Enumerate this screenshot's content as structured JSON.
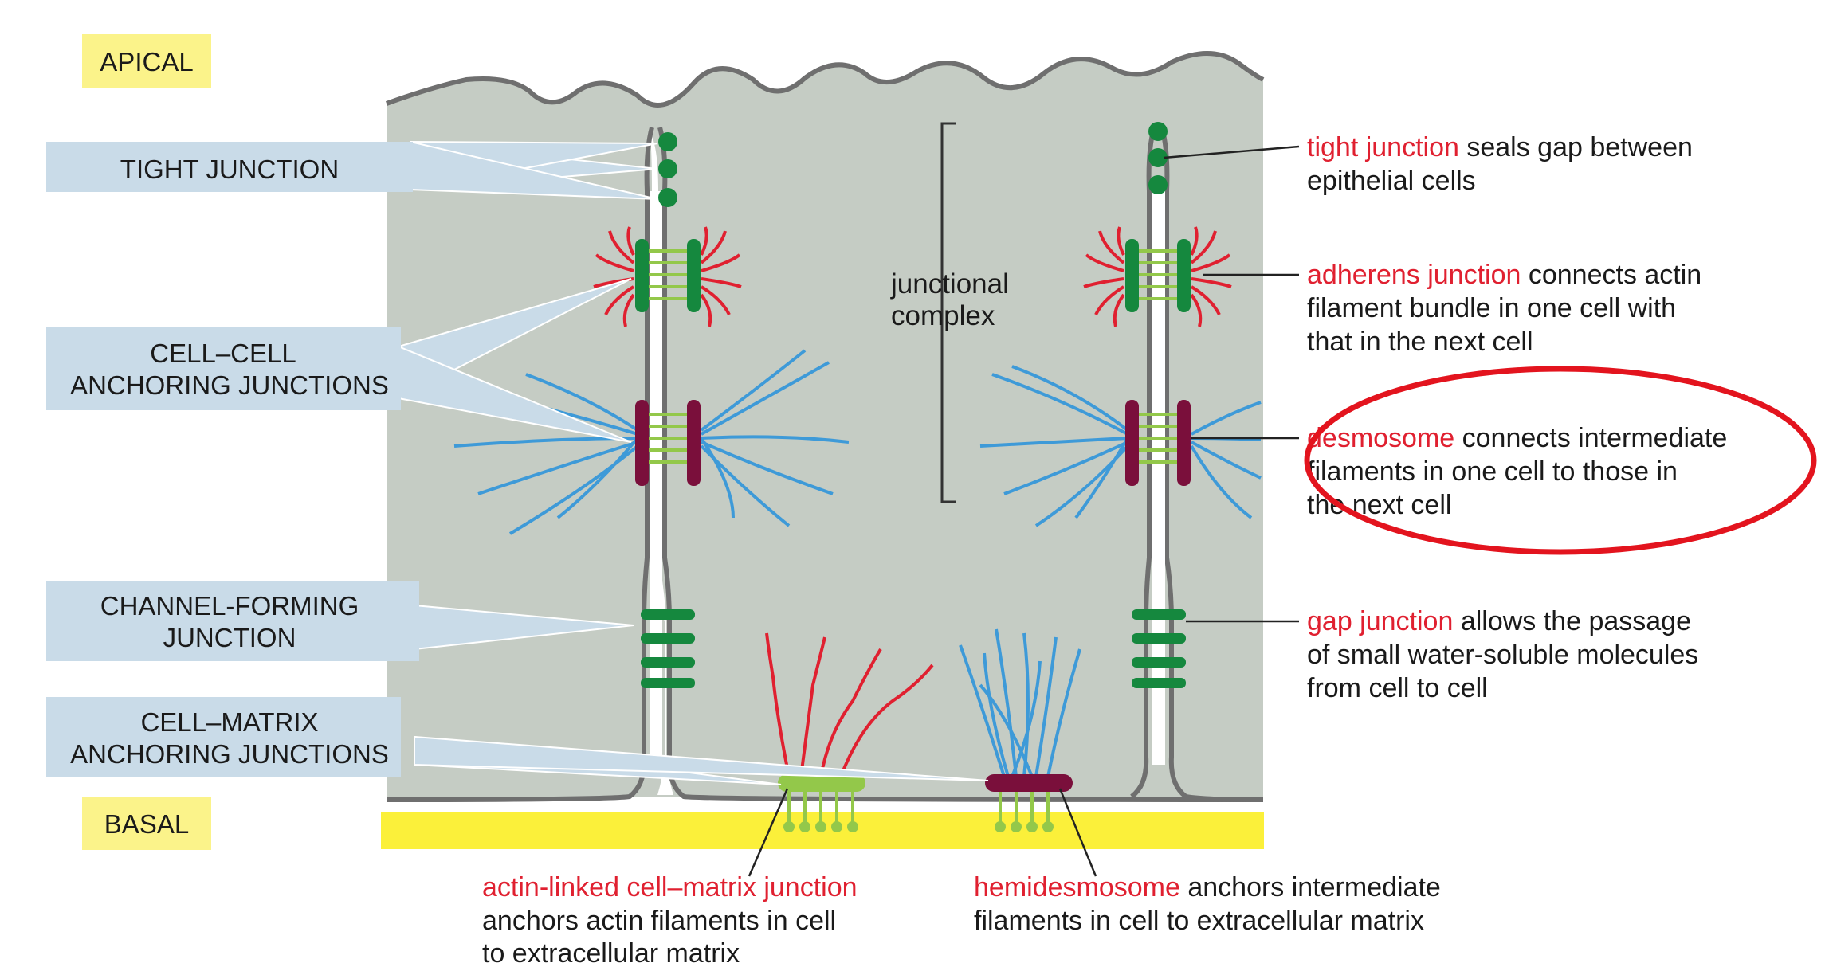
{
  "labels": {
    "apical": "APICAL",
    "basal": "BASAL",
    "tight_junction": "TIGHT JUNCTION",
    "cell_cell_1": "CELL–CELL",
    "cell_cell_2": "ANCHORING JUNCTIONS",
    "channel_1": "CHANNEL-FORMING",
    "channel_2": "JUNCTION",
    "cell_matrix_1": "CELL–MATRIX",
    "cell_matrix_2": "ANCHORING JUNCTIONS",
    "junctional_1": "junctional",
    "junctional_2": "complex"
  },
  "descriptions": {
    "tight": {
      "term": "tight junction",
      "rest1": " seals gap between",
      "line2": "epithelial cells"
    },
    "adherens": {
      "term": "adherens junction",
      "rest1": " connects actin",
      "line2": "filament bundle in one cell with",
      "line3": "that in the next cell"
    },
    "desmosome": {
      "term": "desmosome",
      "rest1": " connects intermediate",
      "line2": "filaments in one cell to those in",
      "line3": "the next cell"
    },
    "gap": {
      "term": "gap junction",
      "rest1": " allows the passage",
      "line2": "of small water-soluble molecules",
      "line3": "from cell to cell"
    },
    "actin_matrix": {
      "term": "actin-linked cell–matrix junction",
      "line2": "anchors actin filaments in cell",
      "line3": "to extracellular matrix"
    },
    "hemidesmosome": {
      "term": "hemidesmosome",
      "rest1": " anchors intermediate",
      "line2": "filaments in cell to extracellular matrix"
    }
  },
  "colors": {
    "cell": "#c5ccc4",
    "membrane": "#6f6f6f",
    "basal_lamina": "#fbf03a",
    "tag_bg": "#fbf38a",
    "callout": "#c9dbe8",
    "dark_green": "#15883e",
    "light_green": "#93c84a",
    "maroon": "#7a0f3b",
    "actin": "#e02030",
    "intermediate": "#3e9ad8",
    "highlight": "#e3141e"
  }
}
